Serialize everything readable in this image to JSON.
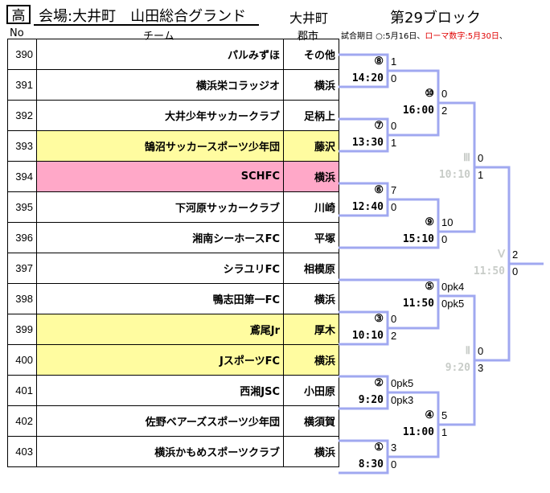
{
  "header": {
    "category": "高",
    "venue": "会場:大井町　山田総合グランド",
    "town": "大井町",
    "block": "第29ブロック",
    "col_no": "No",
    "col_team": "チーム",
    "col_city": "郡市",
    "note_black": "試合期日 ○:5月16日、",
    "note_red": "ローマ数字:5月30日",
    "note_tail": "、"
  },
  "teams": [
    {
      "no": "390",
      "name": "パルみずほ",
      "city": "その他",
      "hl": ""
    },
    {
      "no": "391",
      "name": "横浜栄コラッジオ",
      "city": "横浜",
      "hl": ""
    },
    {
      "no": "392",
      "name": "大井少年サッカークラブ",
      "city": "足柄上",
      "hl": ""
    },
    {
      "no": "393",
      "name": "鵠沼サッカースポーツ少年団",
      "city": "藤沢",
      "hl": "yellow"
    },
    {
      "no": "394",
      "name": "SCHFC",
      "city": "横浜",
      "hl": "pink"
    },
    {
      "no": "395",
      "name": "下河原サッカークラブ",
      "city": "川崎",
      "hl": ""
    },
    {
      "no": "396",
      "name": "湘南シーホースFC",
      "city": "平塚",
      "hl": ""
    },
    {
      "no": "397",
      "name": "シラユリFC",
      "city": "相模原",
      "hl": ""
    },
    {
      "no": "398",
      "name": "鴨志田第一FC",
      "city": "横浜",
      "hl": ""
    },
    {
      "no": "399",
      "name": "鳶尾Jr",
      "city": "厚木",
      "hl": "yellow"
    },
    {
      "no": "400",
      "name": "JスポーツFC",
      "city": "横浜",
      "hl": "yellow"
    },
    {
      "no": "401",
      "name": "西湘JSC",
      "city": "小田原",
      "hl": ""
    },
    {
      "no": "402",
      "name": "佐野ベアーズスポーツ少年団",
      "city": "横須賀",
      "hl": ""
    },
    {
      "no": "403",
      "name": "横浜かもめスポーツクラブ",
      "city": "横浜",
      "hl": ""
    }
  ],
  "matches": {
    "m8": {
      "num": "⑧",
      "time": "14:20",
      "s1": "1",
      "s2": "0"
    },
    "m10": {
      "num": "⑩",
      "time": "16:00",
      "s1": "0",
      "s2": "2"
    },
    "m7": {
      "num": "⑦",
      "time": "13:30",
      "s1": "0",
      "s2": "1"
    },
    "m3r": {
      "num": "Ⅲ",
      "time": "10:10",
      "s1": "0",
      "s2": "1"
    },
    "m6": {
      "num": "⑥",
      "time": "12:40",
      "s1": "7",
      "s2": "0"
    },
    "m9": {
      "num": "⑨",
      "time": "15:10",
      "s1": "10",
      "s2": "0"
    },
    "m5r": {
      "num": "Ⅴ",
      "time": "11:50",
      "s1": "2",
      "s2": "0"
    },
    "m5": {
      "num": "⑤",
      "time": "11:50",
      "s1": "0pk4",
      "s2": "0pk5"
    },
    "m3": {
      "num": "③",
      "time": "10:10",
      "s1": "0",
      "s2": "2"
    },
    "m2r": {
      "num": "Ⅱ",
      "time": "9:20",
      "s1": "0",
      "s2": "3"
    },
    "m2": {
      "num": "②",
      "time": "9:20",
      "s1": "0pk5",
      "s2": "0pk3"
    },
    "m4": {
      "num": "④",
      "time": "11:00",
      "s1": "5",
      "s2": "1"
    },
    "m1": {
      "num": "①",
      "time": "8:30",
      "s1": "3",
      "s2": "0"
    }
  },
  "colors": {
    "bracket": "#a0a8f0",
    "yellow": "#fffca0",
    "pink": "#ffa8c8",
    "note_red": "#e00000"
  }
}
